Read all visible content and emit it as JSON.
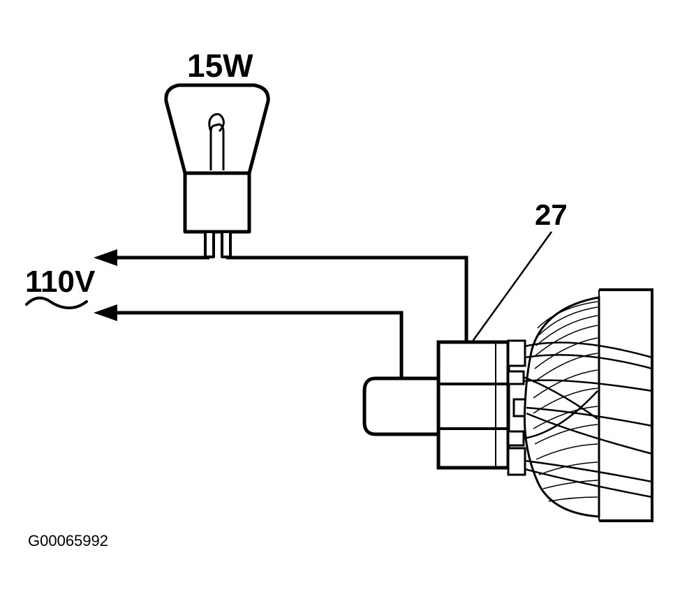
{
  "lamp": {
    "rating_label": "15W"
  },
  "supply": {
    "voltage_label": "110V"
  },
  "callout": {
    "number": "27"
  },
  "figure": {
    "code": "G00065992"
  },
  "colors": {
    "ink": "#000000",
    "paper": "#ffffff"
  }
}
